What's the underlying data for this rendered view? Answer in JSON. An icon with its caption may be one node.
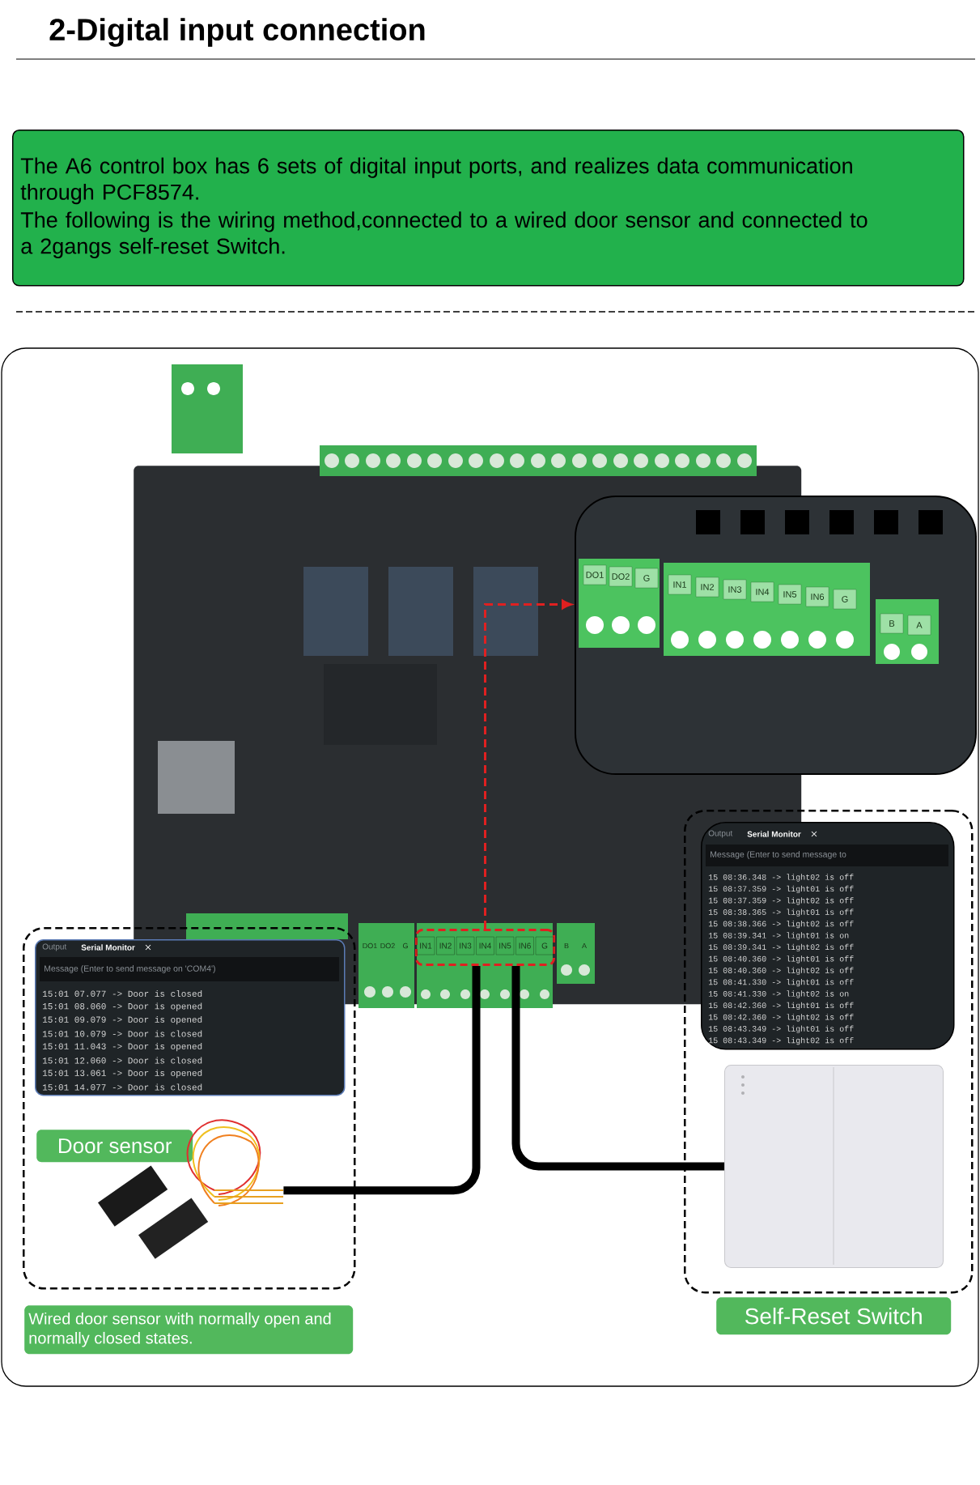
{
  "diagram": {
    "title": "2-Digital input connection",
    "nodes": [
      {
        "text": [
          "The A6 control box has 6 sets of digital input ports, and realizes data communication through PCF8574.",
          "The following is the wiring method,connected to a  wired door sensor and connected to a 2gangs self-reset Switch."
        ]
      },
      {
        "text": [],
        "shape": "picture"
      },
      {
        "text": [
          "IN1",
          "IN2",
          "IN3",
          "IN4",
          "IN5",
          "IN6",
          "G"
        ],
        "in": 1
      },
      {
        "text": [],
        "shape": "picture"
      },
      {
        "text": [],
        "shape": "box"
      },
      {
        "text": [
          "Output",
          "Serial Monitor",
          "Message (Enter to send message on 'COM4')",
          "15:01 07.077 -> Door is closed",
          "15:01 08.060 -> Door is opened",
          "15:01 09.079 -> Door is opened",
          "15:01 10.079 -> Door is closed",
          "15:01 11.043 -> Door is opened",
          "15:01 12.060 -> Door is closed",
          "15:01 13.061 -> Door is opened",
          "15:01 14.077 -> Door is closed"
        ],
        "in": 4
      },
      {
        "text": [
          "Door sensor"
        ],
        "in": 4
      },
      {
        "text": [],
        "shape": "picture",
        "in": 4
      },
      {
        "text": [
          "Wired door sensor with normally open and normally closed states."
        ]
      },
      {
        "text": [],
        "shape": "box"
      },
      {
        "text": [
          "Output",
          "Serial Monitor",
          "Message (Enter to send message to",
          "15 08:36.348 -> light02 is off",
          "15 08:37.359 -> light01 is off",
          "15 08:37.359 -> light02 is off",
          "15 08:38.365 -> light01 is off",
          "15 08:38.366 -> light02 is off",
          "15 08:39.341 -> light01 is on",
          "15 08:39.341 -> light02 is off",
          "15 08:40.360 -> light01 is off",
          "15 08:40.360 -> light02 is off",
          "15 08:41.330 -> light01 is off",
          "15 08:41.330 -> light02 is on",
          "15 08:42.360 -> light01 is off",
          "15 08:42.360 -> light02 is off",
          "15 08:43.349 -> light01 is off",
          "15 08:43.349 -> light02 is off"
        ],
        "in": 9
      },
      {
        "text": [],
        "shape": "picture",
        "in": 9
      },
      {
        "text": [
          "Self-Reset Switch"
        ]
      }
    ],
    "edges": [
      {
        "from": 2,
        "to": 3,
        "arrow": "to",
        "style": "dashed",
        "color": "#e02020"
      },
      {
        "from": 2,
        "to": 7,
        "arrow": "none"
      },
      {
        "from": 2,
        "to": 11,
        "arrow": "none"
      }
    ],
    "labels": [
      "DO1",
      "DO2",
      "G",
      "B",
      "A",
      "DO1",
      "DO2",
      "G",
      "IN1",
      "IN2",
      "IN3",
      "IN4",
      "IN5",
      "IN6",
      "G",
      "B",
      "A"
    ]
  }
}
